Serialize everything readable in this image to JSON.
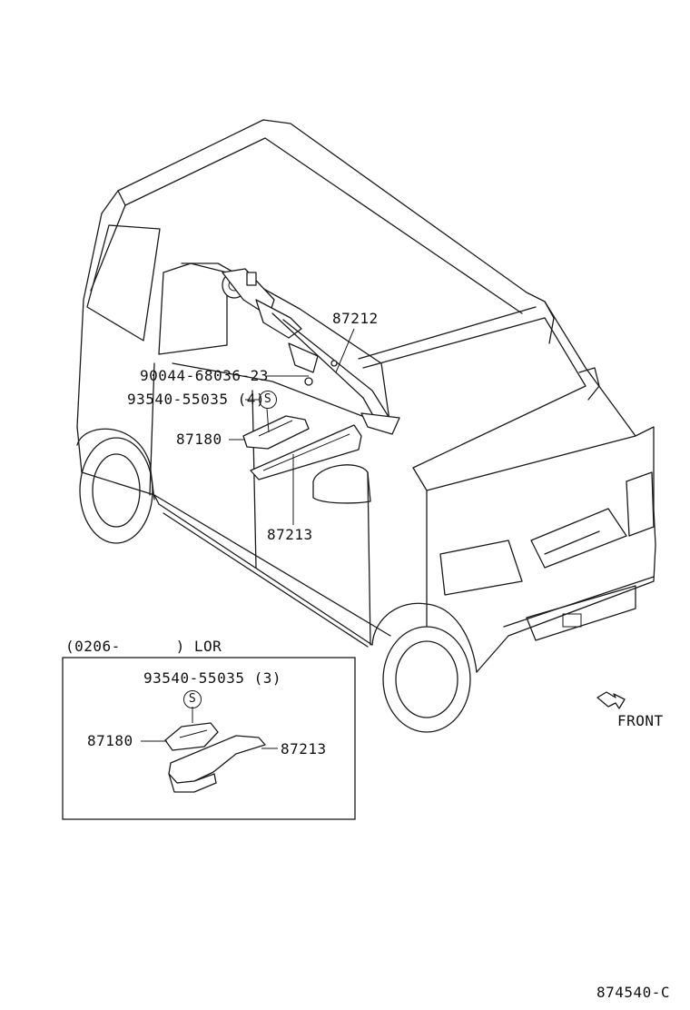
{
  "callouts": {
    "p87212": "87212",
    "bolt": "90044-68036-23",
    "screw_main": "93540-55035 (4)",
    "p87180_main": "87180",
    "p87213_main": "87213",
    "inset_title": "(0206-      ) LOR",
    "screw_inset": "93540-55035 (3)",
    "p87180_inset": "87180",
    "p87213_inset": "87213"
  },
  "screw_symbol": "S",
  "front_label": "FRONT",
  "diagram_code": "874540-C"
}
